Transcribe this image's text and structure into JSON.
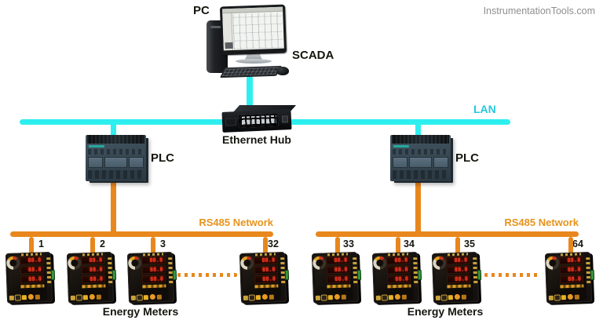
{
  "watermark": "InstrumentationTools.com",
  "colors": {
    "lan": "#2EEFEF",
    "lan_text": "#26C7DE",
    "rs485": "#E8871D",
    "rs485_text": "#E8931C",
    "label_text": "#16160F",
    "watermark_text": "#8F8F8F"
  },
  "pc": {
    "label": "PC",
    "scada_label": "SCADA"
  },
  "network": {
    "lan_label": "LAN",
    "hub_label": "Ethernet Hub"
  },
  "plc": {
    "left_label": "PLC",
    "right_label": "PLC"
  },
  "rs485": {
    "left_label": "RS485 Network",
    "right_label": "RS485 Network"
  },
  "meters": {
    "ids": [
      "1",
      "2",
      "3",
      "32",
      "33",
      "34",
      "35",
      "64"
    ],
    "left_group_label": "Energy Meters",
    "right_group_label": "Energy Meters",
    "led_placeholder": "88.8"
  }
}
